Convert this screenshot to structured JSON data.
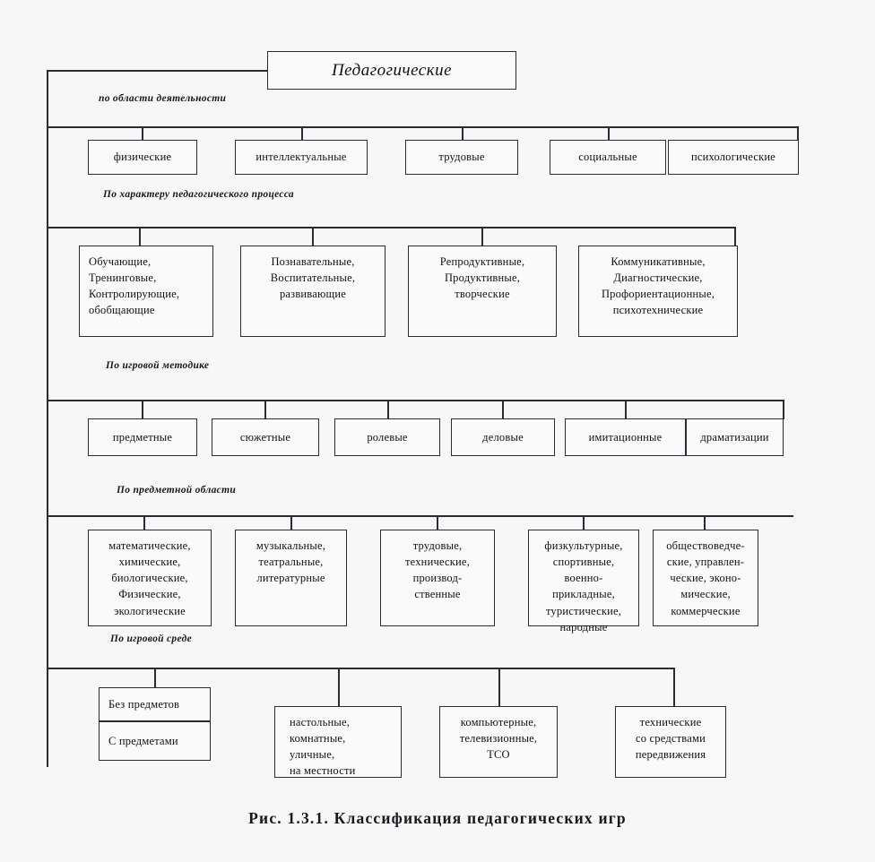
{
  "figure": {
    "title_box": "Педагогические",
    "caption": "Рис. 1.3.1. Классификация педагогических игр"
  },
  "sections": [
    {
      "label": "по области деятельности",
      "items": [
        "физические",
        "интеллектуальные",
        "трудовые",
        "социальные",
        "психологические"
      ]
    },
    {
      "label": "По характеру педагогического процесса",
      "items": [
        "Обучающие,\nТренинговые,\nКонтролирующие,\nобобщающие",
        "Познавательные,\nВоспитательные,\nразвивающие",
        "Репродуктивные,\nПродуктивные,\nтворческие",
        "Коммуникативные,\nДиагностические,\nПрофориентационные,\nпсихотехнические"
      ]
    },
    {
      "label": "По игровой методике",
      "items": [
        "предметные",
        "сюжетные",
        "ролевые",
        "деловые",
        "имитационные",
        "драматизации"
      ]
    },
    {
      "label": "По предметной области",
      "items": [
        "математические,\nхимические,\nбиологические,\nФизические,\nэкологические",
        "музыкальные,\nтеатральные,\nлитературные",
        "трудовые,\nтехнические,\nпроизвод-\nственные",
        "физкультурные,\nспортивные,\nвоенно-\nприкладные,\nтуристические,\nнародные",
        "обществоведче-\nские, управлен-\nческие, эконо-\nмические,\nкоммерческие"
      ]
    },
    {
      "label": "По игровой среде",
      "items": [
        "Без предметов",
        "С предметами",
        "настольные,\nкомнатные,\nуличные,\nна местности",
        "компьютерные,\nтелевизионные,\nТСО",
        "технические\nсо средствами\nпередвижения"
      ]
    }
  ],
  "colors": {
    "line": "#2b2b33",
    "box_fill": "#fafafa",
    "page_bg": "#f7f7f7",
    "text": "#17171d"
  }
}
